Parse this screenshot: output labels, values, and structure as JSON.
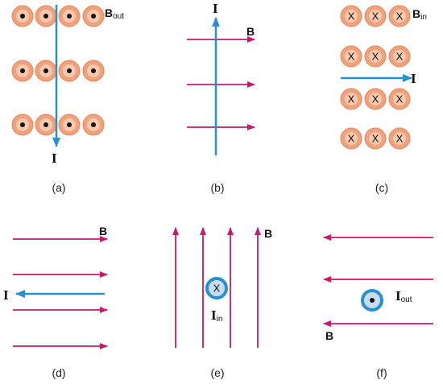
{
  "colors": {
    "field": "#c8196b",
    "current": "#2a8fcf",
    "particle_outer": "#f0a27c",
    "particle_inner": "#f7c9ae",
    "particle_ring": "#e3845a",
    "ring_blue": "#2a8fcf",
    "ring_light": "#c9ddf0"
  },
  "panels": {
    "a": {
      "caption": "(a)",
      "b_label": "B",
      "b_sub": "out",
      "i_label": "I"
    },
    "b": {
      "caption": "(b)",
      "b_label": "B",
      "i_label": "I"
    },
    "c": {
      "caption": "(c)",
      "b_label": "B",
      "b_sub": "in",
      "i_label": "I",
      "x_mark": "X"
    },
    "d": {
      "caption": "(d)",
      "b_label": "B",
      "i_label": "I"
    },
    "e": {
      "caption": "(e)",
      "b_label": "B",
      "i_label": "I",
      "i_sub": "in",
      "x_mark": "X"
    },
    "f": {
      "caption": "(f)",
      "b_label": "B",
      "i_label": "I",
      "i_sub": "out"
    }
  }
}
